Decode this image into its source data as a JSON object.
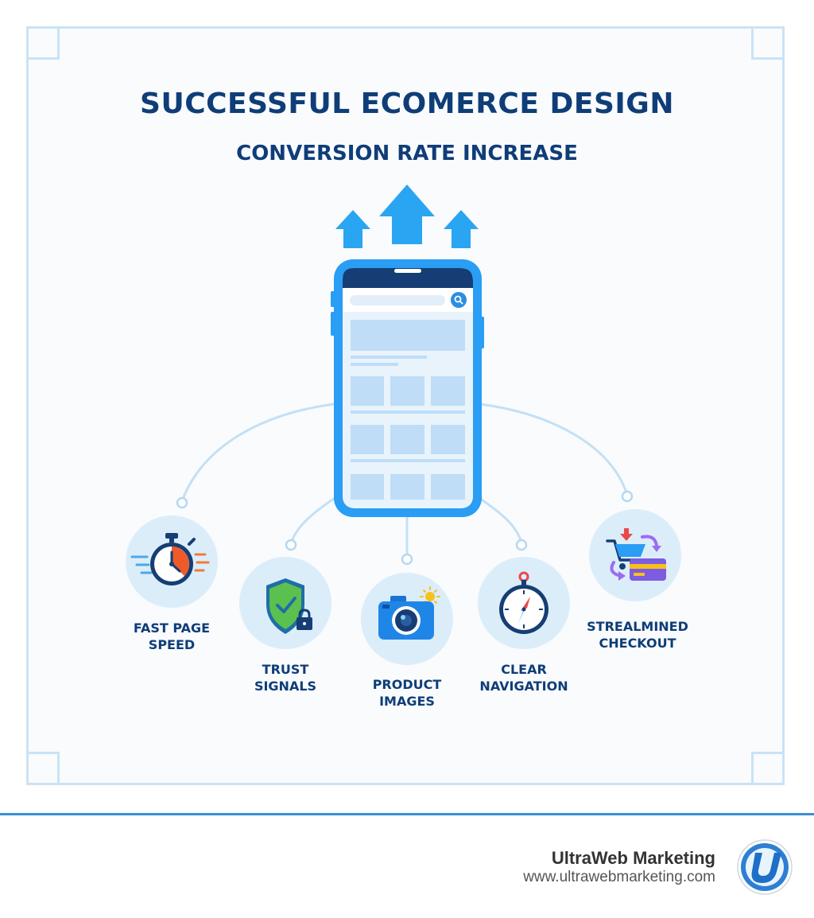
{
  "header": {
    "title": "SUCCESSFUL ECOMERCE DESIGN",
    "subtitle": "CONVERSION RATE INCREASE"
  },
  "features": [
    {
      "label": "FAST PAGE\nSPEED",
      "icon": "stopwatch-icon"
    },
    {
      "label": "TRUST\nSIGNALS",
      "icon": "shield-lock-icon"
    },
    {
      "label": "PRODUCT\nIMAGES",
      "icon": "camera-icon"
    },
    {
      "label": "CLEAR\nNAVIGATION",
      "icon": "compass-icon"
    },
    {
      "label": "STREALMINED\nCHECKOUT",
      "icon": "cart-card-icon"
    }
  ],
  "footer": {
    "brand_name": "UltraWeb Marketing",
    "brand_url": "www.ultrawebmarketing.com",
    "logo_icon": "ultraweb-u-logo"
  },
  "colors": {
    "title": "#0f3d78",
    "accent_blue": "#2a9df4",
    "light_blue": "#cfe5f7",
    "frame": "#c9e3f6",
    "circle_bg": "#dcedfa",
    "footer_line": "#3a8fd4"
  }
}
